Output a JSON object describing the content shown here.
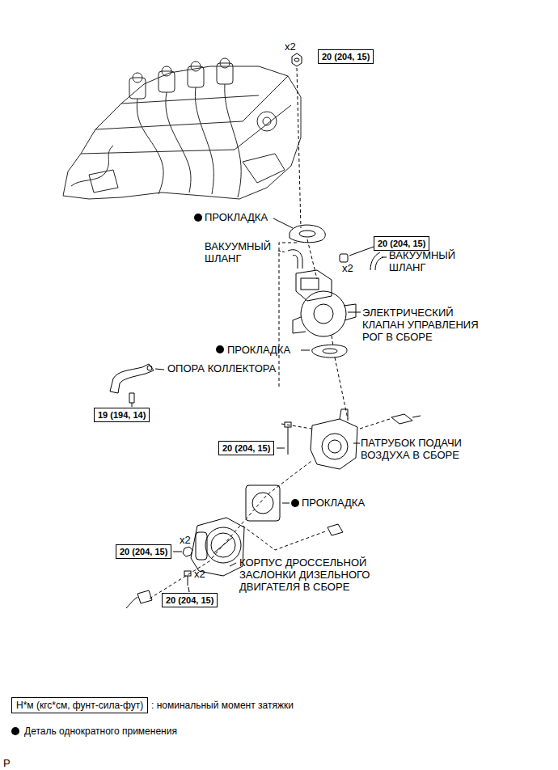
{
  "diagram": {
    "nodes": [
      {
        "text": [
          "20 (204, 15)"
        ]
      },
      {
        "text": [
          "20 (204, 15)"
        ]
      },
      {
        "text": [
          "19 (194, 14)"
        ]
      },
      {
        "text": [
          "20 (204, 15)"
        ]
      },
      {
        "text": [
          "20 (204, 15)"
        ]
      },
      {
        "text": [
          "20 (204, 15)"
        ]
      },
      {
        "text": [
          "Н*м (кгс*см, фунт-сила-фут)"
        ]
      }
    ],
    "labels": [
      "x2",
      "ПРОКЛАДКА",
      "ВАКУУМНЫЙ ШЛАНГ",
      "x2",
      "ВАКУУМНЫЙ ШЛАНГ",
      "ЭЛЕКТРИЧЕСКИЙ КЛАПАН УПРАВЛЕНИЯ РОГ В СБОРЕ",
      "ПРОКЛАДКА",
      "ОПОРА КОЛЛЕКТОРА",
      "ПАТРУБОК ПОДАЧИ ВОЗДУХА В СБОРЕ",
      "ПРОКЛАДКА",
      "x2",
      "КОРПУС ДРОССЕЛЬНОЙ ЗАСЛОНКИ ДИЗЕЛЬНОГО ДВИГАТЕЛЯ В СБОРЕ",
      "x2",
      "P"
    ],
    "legend": [
      {
        "text": ": номинальный момент затяжки"
      },
      {
        "text": "Деталь однократного применения"
      }
    ]
  }
}
